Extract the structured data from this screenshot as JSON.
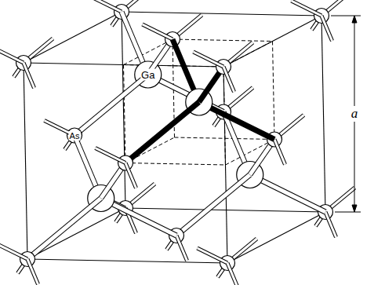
{
  "diagram": {
    "labels": [
      "Ga",
      "As",
      "a"
    ]
  }
}
